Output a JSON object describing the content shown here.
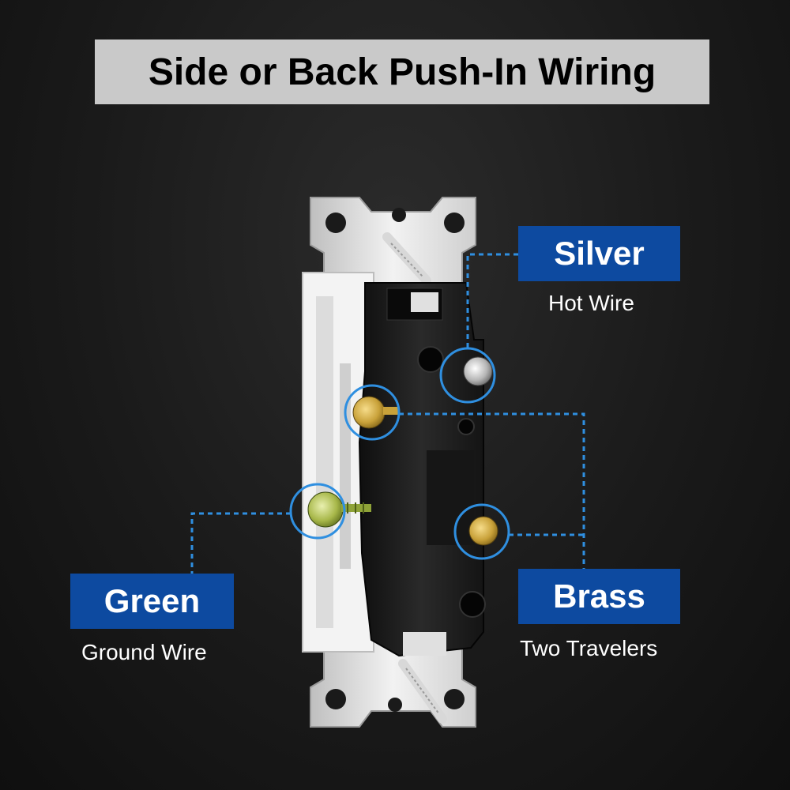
{
  "title": "Side or Back Push-In Wiring",
  "labels": {
    "silver": {
      "name": "Silver",
      "description": "Hot Wire"
    },
    "green": {
      "name": "Green",
      "description": "Ground Wire"
    },
    "brass": {
      "name": "Brass",
      "description": "Two Travelers"
    }
  },
  "colors": {
    "label_background": "#0d4aa0",
    "leader_line": "#2f8fe0",
    "title_background": "#c9c9c9",
    "switch_body": "#1c1c1c",
    "mounting_strap": "#e6e6e6"
  },
  "icons": [
    "light-switch-device",
    "ground-screw",
    "brass-terminal-screw",
    "silver-terminal-screw"
  ]
}
